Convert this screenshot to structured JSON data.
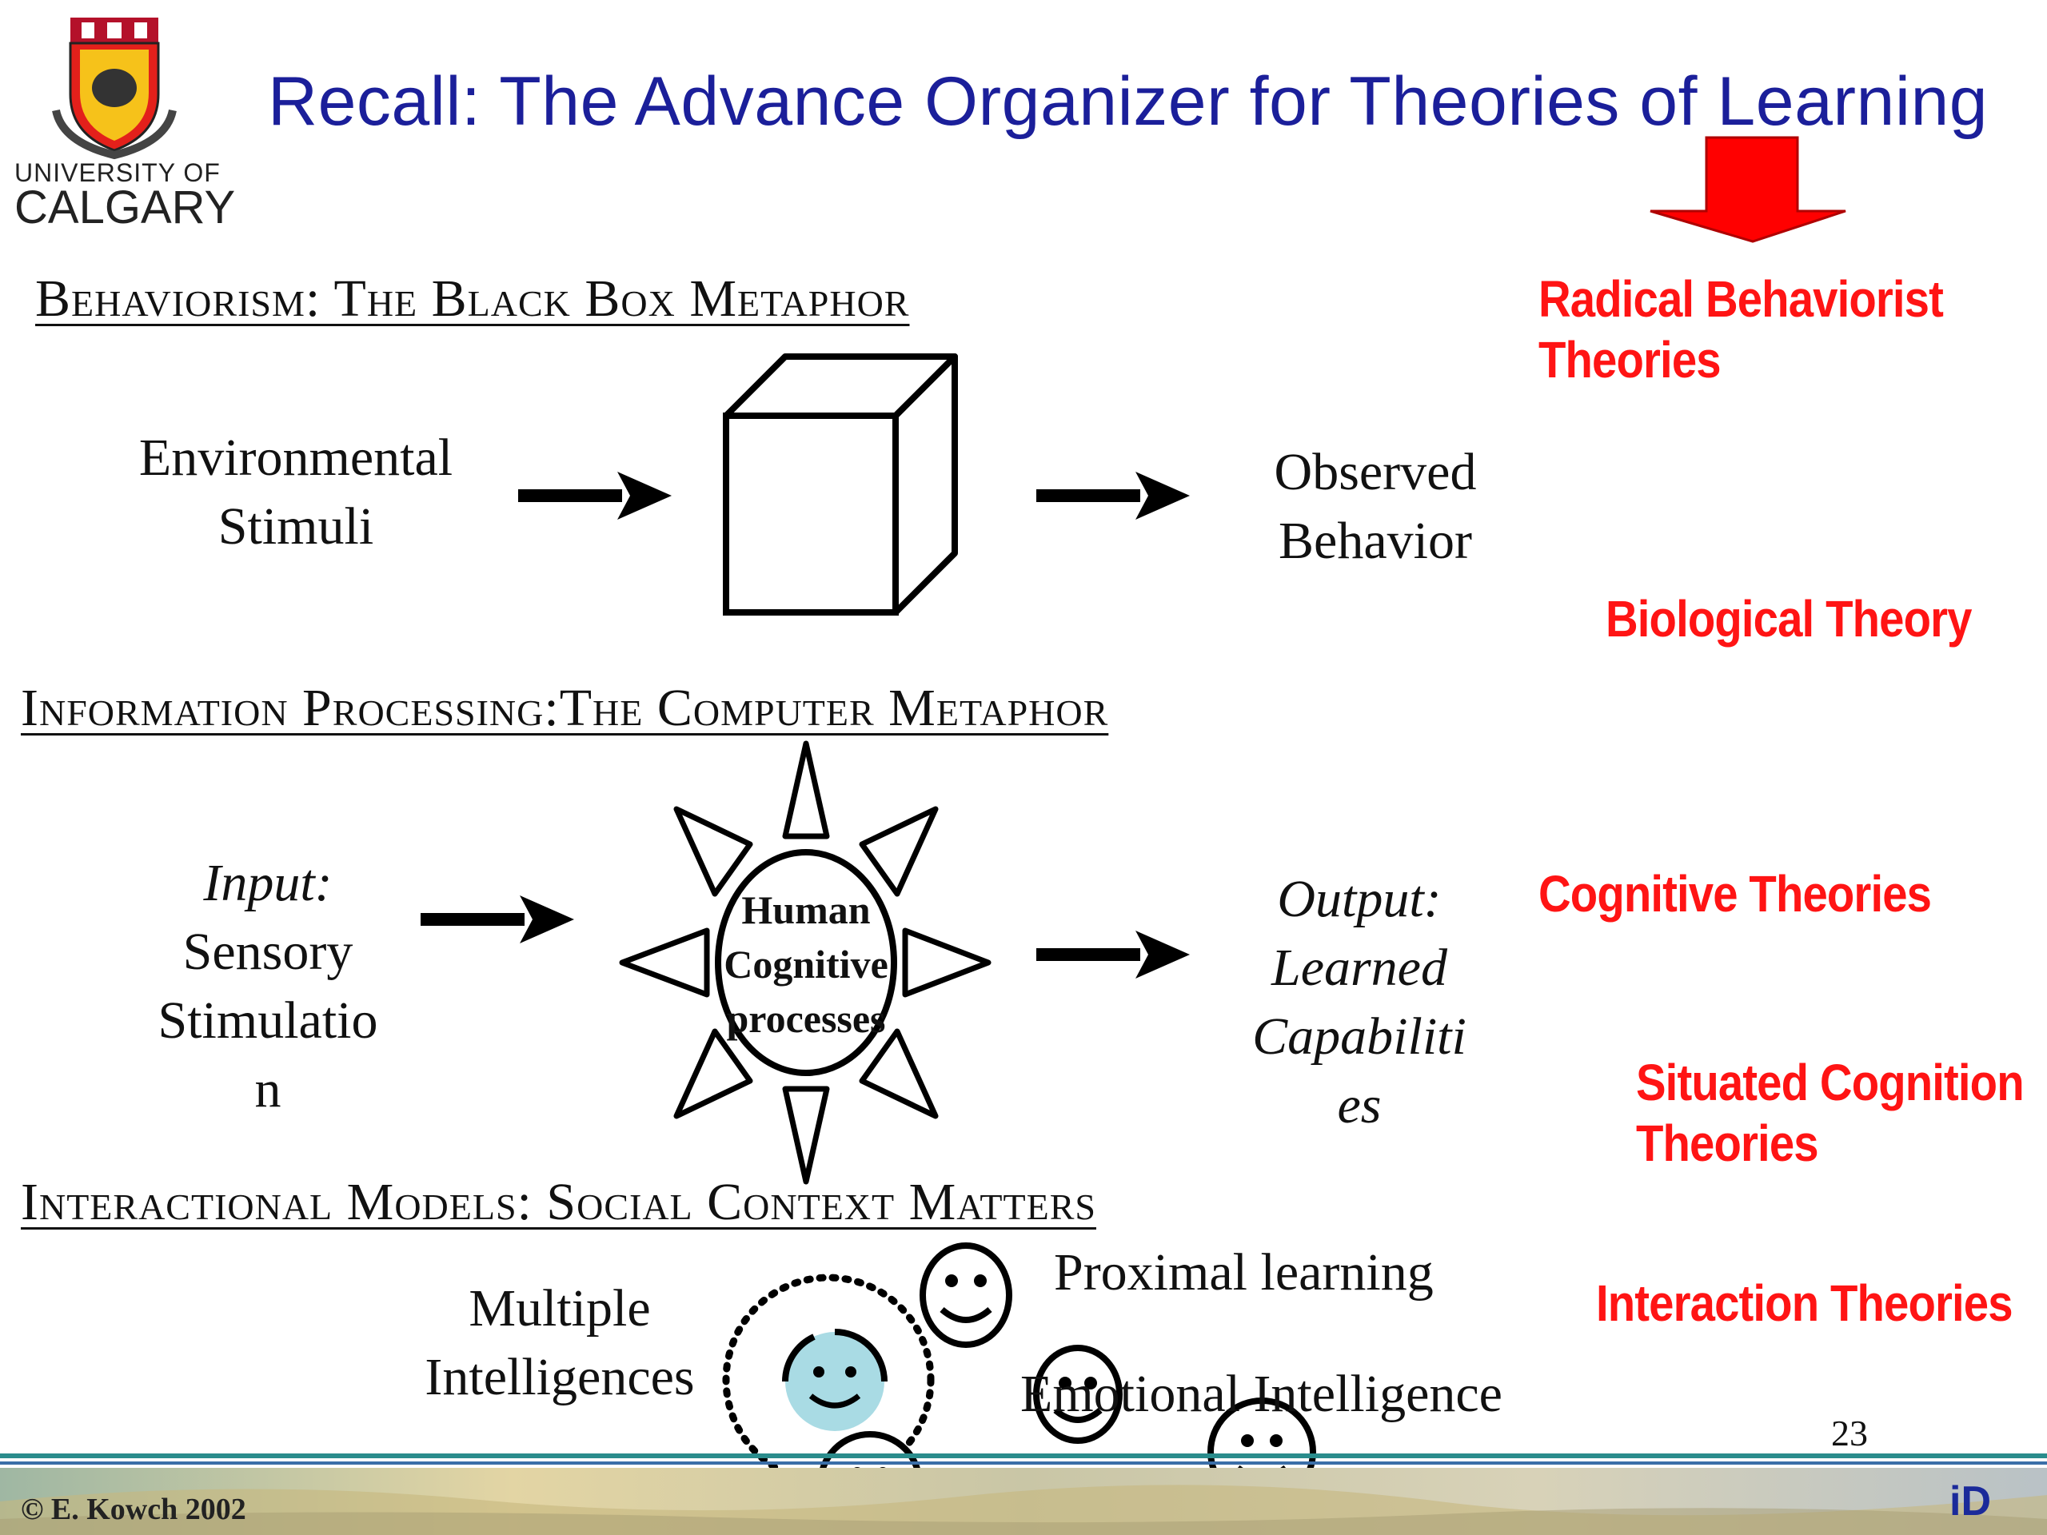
{
  "logo": {
    "line1": "UNIVERSITY OF",
    "line2": "CALGARY",
    "crest_icon": "university-crest-icon"
  },
  "title": "Recall: The Advance Organizer for Theories of Learning",
  "sections": {
    "behaviorism": {
      "heading": "Behaviorism: The Black Box Metaphor",
      "input_line1": "Environmental",
      "input_line2": "Stimuli",
      "output_line1": "Observed",
      "output_line2": "Behavior"
    },
    "info_processing": {
      "heading": "Information Processing:The Computer Metaphor",
      "input_line1": "Input:",
      "input_line2": "Sensory",
      "input_line3": "Stimulatio",
      "input_line4": "n",
      "center_line1": "Human",
      "center_line2": "Cognitive",
      "center_line3": "processes",
      "output_line1": "Output:",
      "output_line2": "Learned",
      "output_line3": "Capabiliti",
      "output_line4": "es"
    },
    "interactional": {
      "heading": "Interactional Models: Social Context Matters",
      "multiple_line1": "Multiple",
      "multiple_line2": "Intelligences",
      "proximal": "Proximal learning",
      "emotional": "Emotional Intelligence"
    }
  },
  "theories": {
    "radical_line1": "Radical Behaviorist",
    "radical_line2": "Theories",
    "biological": "Biological Theory",
    "cognitive": "Cognitive Theories",
    "situated_line1": "Situated Cognition",
    "situated_line2": "Theories",
    "interaction": "Interaction Theories"
  },
  "footer": {
    "copyright": "© E. Kowch 2002",
    "page_number": "23",
    "logo": "iD"
  },
  "colors": {
    "title": "#1b1f9a",
    "theory_labels": "#ff1414",
    "arrow_red": "#ff0000",
    "face_fill": "#a9dbe4"
  }
}
